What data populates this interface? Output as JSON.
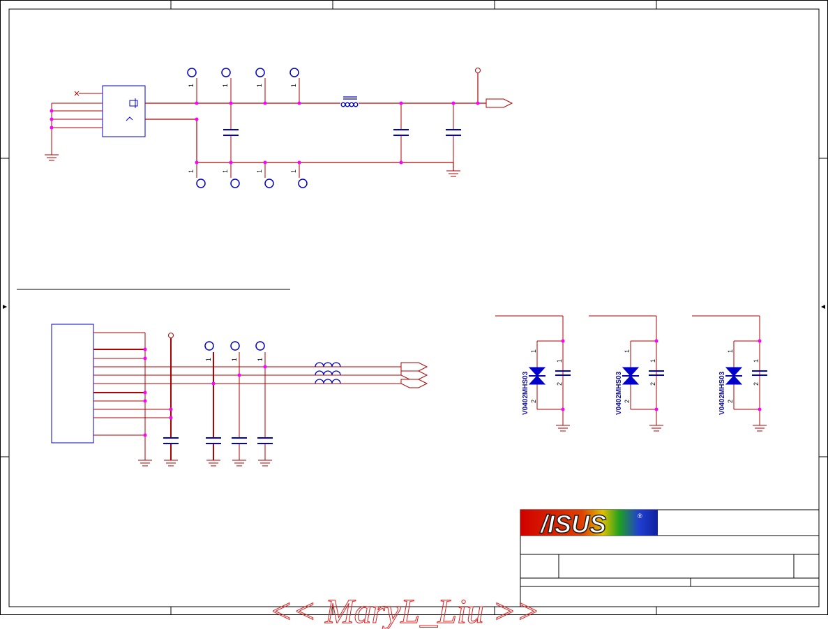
{
  "schematic": {
    "tvs_part_number": "V0402MHS03",
    "pin_one": "1",
    "pin_two": "2"
  },
  "title_block": {
    "logo_text": "/ISUS",
    "registered_mark": "®"
  },
  "watermark": "<< MaryL_Liu >>",
  "colors": {
    "wire": "#b00000",
    "component": "#0000cc",
    "junction": "#ff00ff",
    "frame": "#000000",
    "watermark": "#e02020"
  }
}
